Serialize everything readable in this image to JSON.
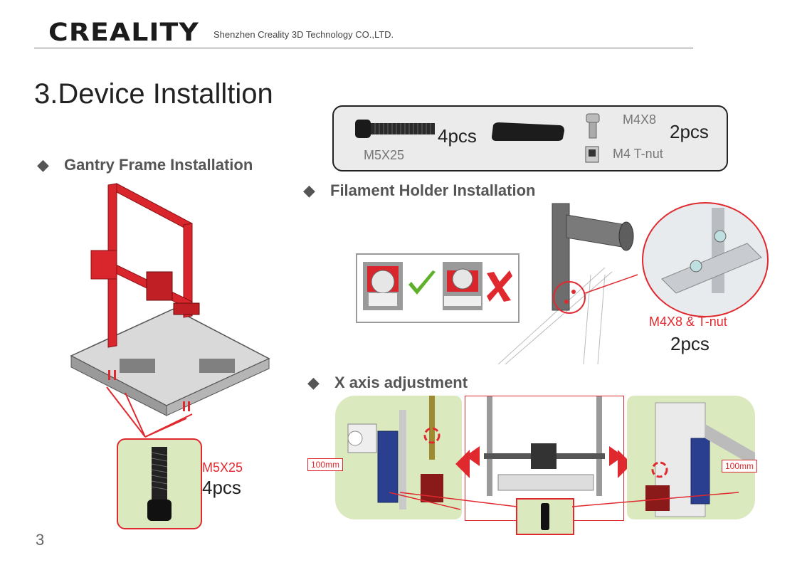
{
  "header": {
    "brand": "CREALITY",
    "company": "Shenzhen Creality 3D Technology CO.,LTD."
  },
  "page": {
    "title": "3.Device Installtion",
    "number": "3"
  },
  "parts": {
    "screw_label": "M5X25",
    "screw_qty": "4pcs",
    "m4x8_label": "M4X8",
    "tnut_label": "M4 T-nut",
    "small_qty": "2pcs"
  },
  "sections": {
    "gantry": "Gantry Frame Installation",
    "filament": "Filament Holder Installation",
    "xaxis": "X axis adjustment"
  },
  "gantry": {
    "screw_label": "M5X25",
    "screw_qty": "4pcs"
  },
  "filament": {
    "label": "M4X8 & T-nut",
    "qty": "2pcs"
  },
  "xaxis": {
    "left_tag": "100mm",
    "right_tag": "100mm"
  },
  "colors": {
    "accent_red": "#e0292f",
    "frame_red": "#d8262c",
    "panel_green": "#dbe9bf",
    "check_green": "#5fb02b"
  },
  "icons": [
    "diamond-bullet-icon",
    "check-icon",
    "cross-icon",
    "arrow-left-icon",
    "arrow-right-icon",
    "rotate-icon"
  ]
}
